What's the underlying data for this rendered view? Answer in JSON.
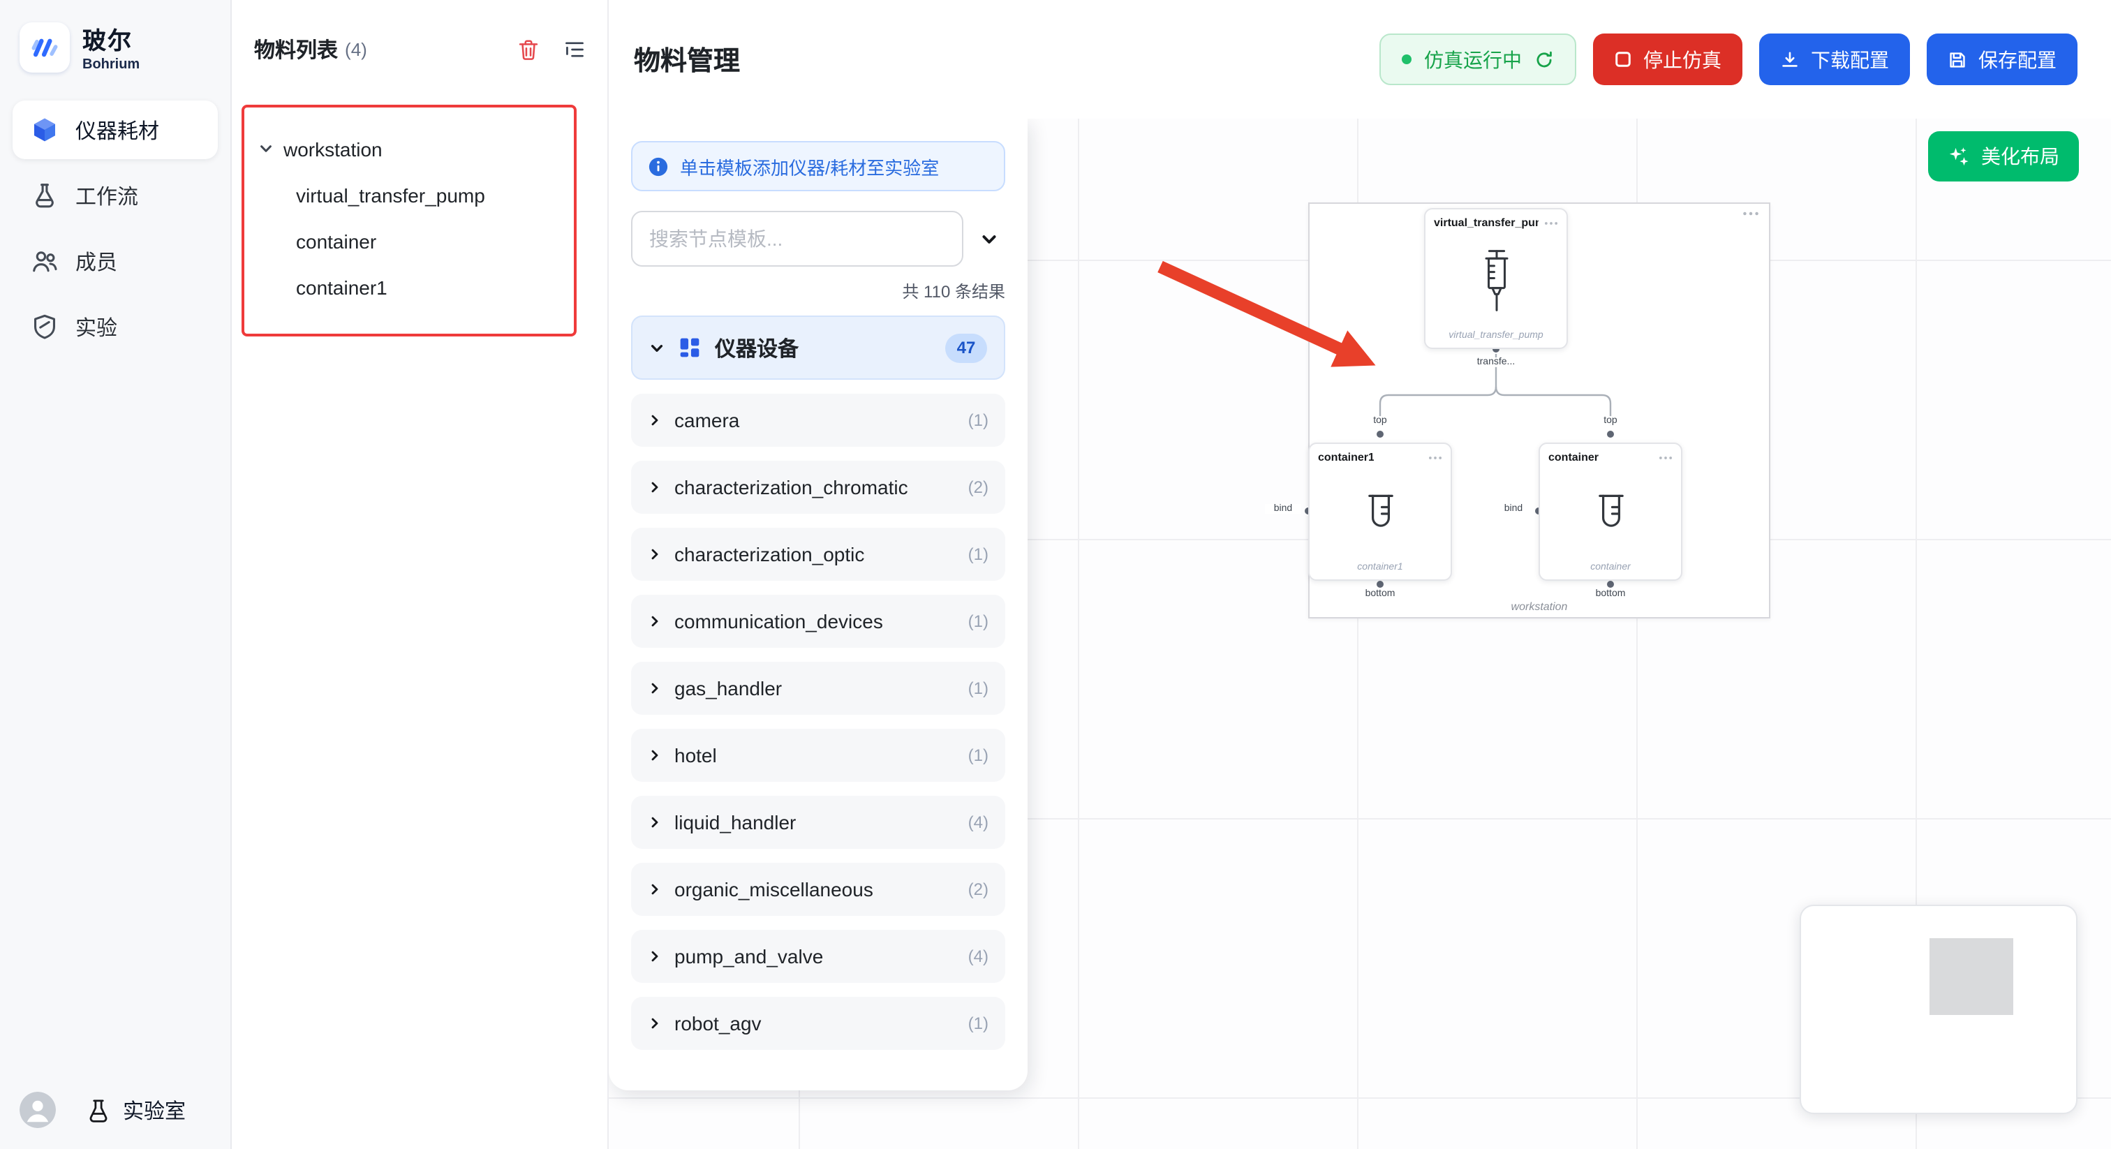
{
  "colors": {
    "accent_blue": "#2363eb",
    "danger_red": "#dc2f26",
    "beautify_green": "#00bb6d",
    "status_green": "#17a34a",
    "annotation_red": "#ef3b3b",
    "arrow_red": "#e8402a"
  },
  "brand": {
    "name": "玻尔",
    "subtitle": "Bohrium",
    "logo_icon": "bohrium-logo-icon"
  },
  "sidebar": {
    "items": [
      {
        "label": "仪器耗材",
        "icon": "cube-icon",
        "active": true
      },
      {
        "label": "工作流",
        "icon": "workflow-flask-icon",
        "active": false
      },
      {
        "label": "成员",
        "icon": "members-icon",
        "active": false
      },
      {
        "label": "实验",
        "icon": "experiments-shield-icon",
        "active": false
      }
    ],
    "footer": {
      "lab_label": "实验室",
      "lab_icon": "lab-beaker-icon",
      "avatar_icon": "user-avatar"
    }
  },
  "materials_panel": {
    "title": "物料列表",
    "count": "(4)",
    "actions": {
      "delete_icon": "trash-icon",
      "tree_icon": "tree-view-icon"
    },
    "tree": {
      "root": {
        "label": "workstation"
      },
      "children": [
        {
          "label": "virtual_transfer_pump"
        },
        {
          "label": "container"
        },
        {
          "label": "container1"
        }
      ]
    }
  },
  "header": {
    "title": "物料管理",
    "status": {
      "label": "仿真运行中",
      "icon": "refresh-icon"
    },
    "buttons": {
      "stop": {
        "label": "停止仿真",
        "icon": "stop-icon"
      },
      "download": {
        "label": "下载配置",
        "icon": "download-icon"
      },
      "save": {
        "label": "保存配置",
        "icon": "save-icon"
      }
    }
  },
  "template_panel": {
    "info_banner": "单击模板添加仪器/耗材至实验室",
    "search_placeholder": "搜索节点模板...",
    "results_summary": "共 110 条结果",
    "category": {
      "label": "仪器设备",
      "count": "47",
      "icon": "category-grid-icon"
    },
    "items": [
      {
        "label": "camera",
        "count": "(1)"
      },
      {
        "label": "characterization_chromatic",
        "count": "(2)"
      },
      {
        "label": "characterization_optic",
        "count": "(1)"
      },
      {
        "label": "communication_devices",
        "count": "(1)"
      },
      {
        "label": "gas_handler",
        "count": "(1)"
      },
      {
        "label": "hotel",
        "count": "(1)"
      },
      {
        "label": "liquid_handler",
        "count": "(4)"
      },
      {
        "label": "organic_miscellaneous",
        "count": "(2)"
      },
      {
        "label": "pump_and_valve",
        "count": "(4)"
      },
      {
        "label": "robot_agv",
        "count": "(1)"
      }
    ]
  },
  "canvas": {
    "beautify_button": {
      "label": "美化布局",
      "icon": "sparkles-icon"
    },
    "workstation_group": {
      "label": "workstation",
      "nodes": {
        "pump": {
          "title": "virtual_transfer_pump",
          "subtitle": "virtual_transfer_pump",
          "icon": "syringe-icon",
          "port_label": "transfe..."
        },
        "container1": {
          "title": "container1",
          "subtitle": "container1",
          "icon": "beaker-icon",
          "ports": {
            "top": "top",
            "bottom": "bottom",
            "bind": "bind"
          }
        },
        "container": {
          "title": "container",
          "subtitle": "container",
          "icon": "beaker-icon",
          "ports": {
            "top": "top",
            "bottom": "bottom",
            "bind": "bind"
          }
        }
      }
    }
  }
}
